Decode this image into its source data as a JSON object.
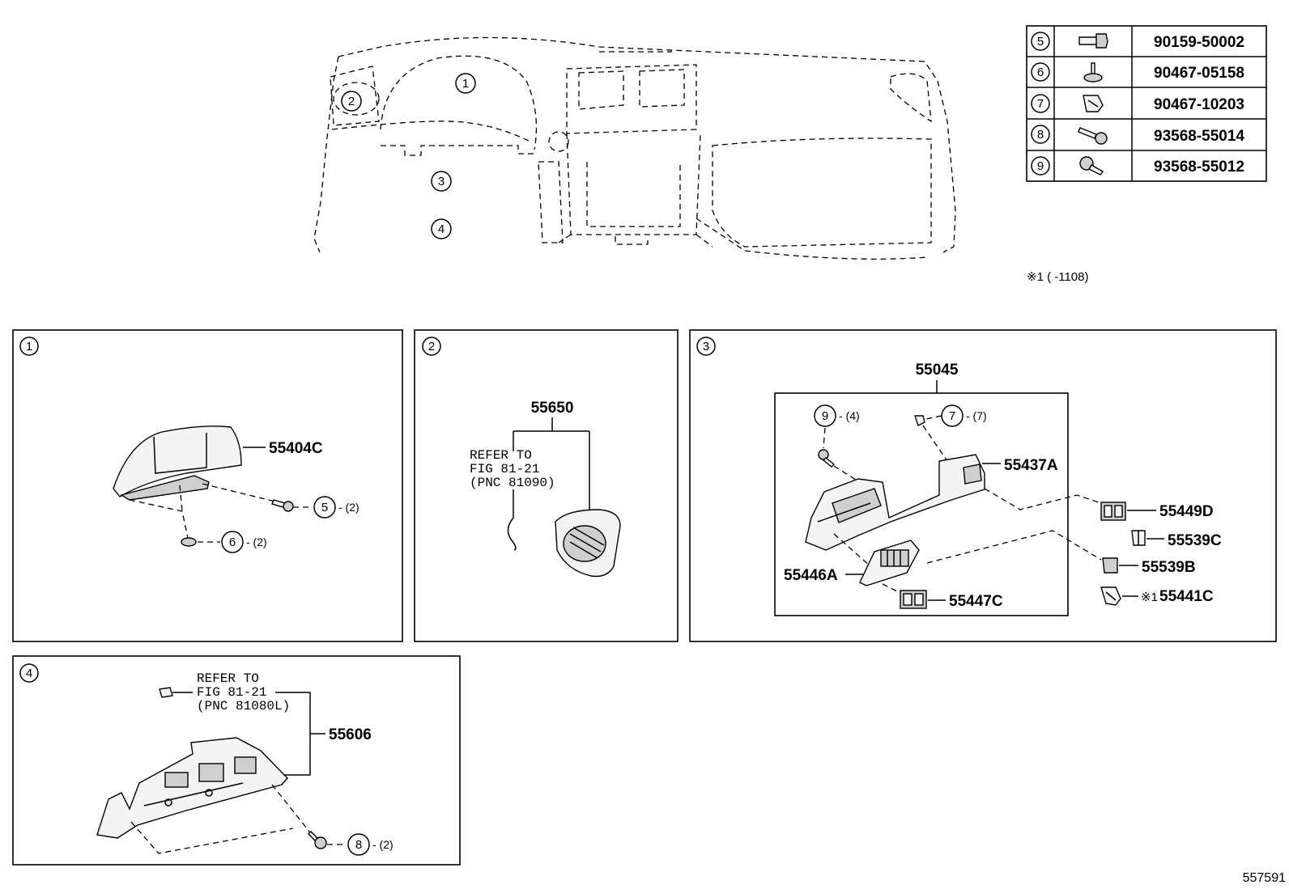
{
  "diagram_id": "557591",
  "note": "※1 (      -1108)",
  "fastener_table": [
    {
      "callout": "5",
      "icon": "bolt-icon",
      "part_no": "90159-50002"
    },
    {
      "callout": "6",
      "icon": "clip-icon",
      "part_no": "90467-05158"
    },
    {
      "callout": "7",
      "icon": "clip-icon",
      "part_no": "90467-10203"
    },
    {
      "callout": "8",
      "icon": "screw-icon",
      "part_no": "93568-55014"
    },
    {
      "callout": "9",
      "icon": "screw-icon",
      "part_no": "93568-55012"
    }
  ],
  "overview": {
    "callouts": [
      "1",
      "2",
      "3",
      "4"
    ]
  },
  "panels": {
    "p1": {
      "num": "1",
      "part": "55404C",
      "f5": {
        "num": "5",
        "qty": "- (2)"
      },
      "f6": {
        "num": "6",
        "qty": "- (2)"
      }
    },
    "p2": {
      "num": "2",
      "part": "55650",
      "ref": [
        "REFER TO",
        "FIG 81-21",
        "(PNC 81090)"
      ]
    },
    "p3": {
      "num": "3",
      "assembly": "55045",
      "f9": {
        "num": "9",
        "qty": "- (4)"
      },
      "f7": {
        "num": "7",
        "qty": "- (7)"
      },
      "parts": [
        "55437A",
        "55449D",
        "55539C",
        "55539B",
        "55446A",
        "55447C",
        "55441C"
      ],
      "note_mark": "※1"
    },
    "p4": {
      "num": "4",
      "part": "55606",
      "ref": [
        "REFER TO",
        "FIG 81-21",
        "(PNC 81080L)"
      ],
      "f8": {
        "num": "8",
        "qty": "- (2)"
      }
    }
  }
}
